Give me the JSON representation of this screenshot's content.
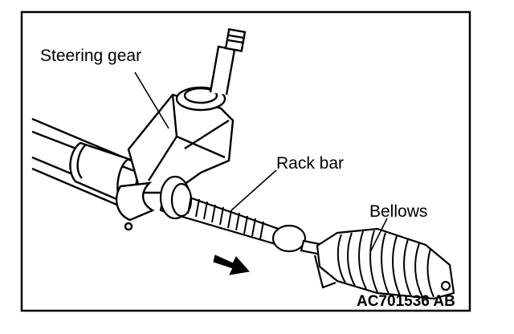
{
  "labels": {
    "steering_gear": "Steering gear",
    "rack_bar": "Rack bar",
    "bellows": "Bellows"
  },
  "figure_code": "AC701536 AB",
  "colors": {
    "ink": "#000000",
    "paper": "#ffffff",
    "shade": "#d9d9d9"
  },
  "icons": {
    "direction_arrow": "bold-right-arrow"
  }
}
